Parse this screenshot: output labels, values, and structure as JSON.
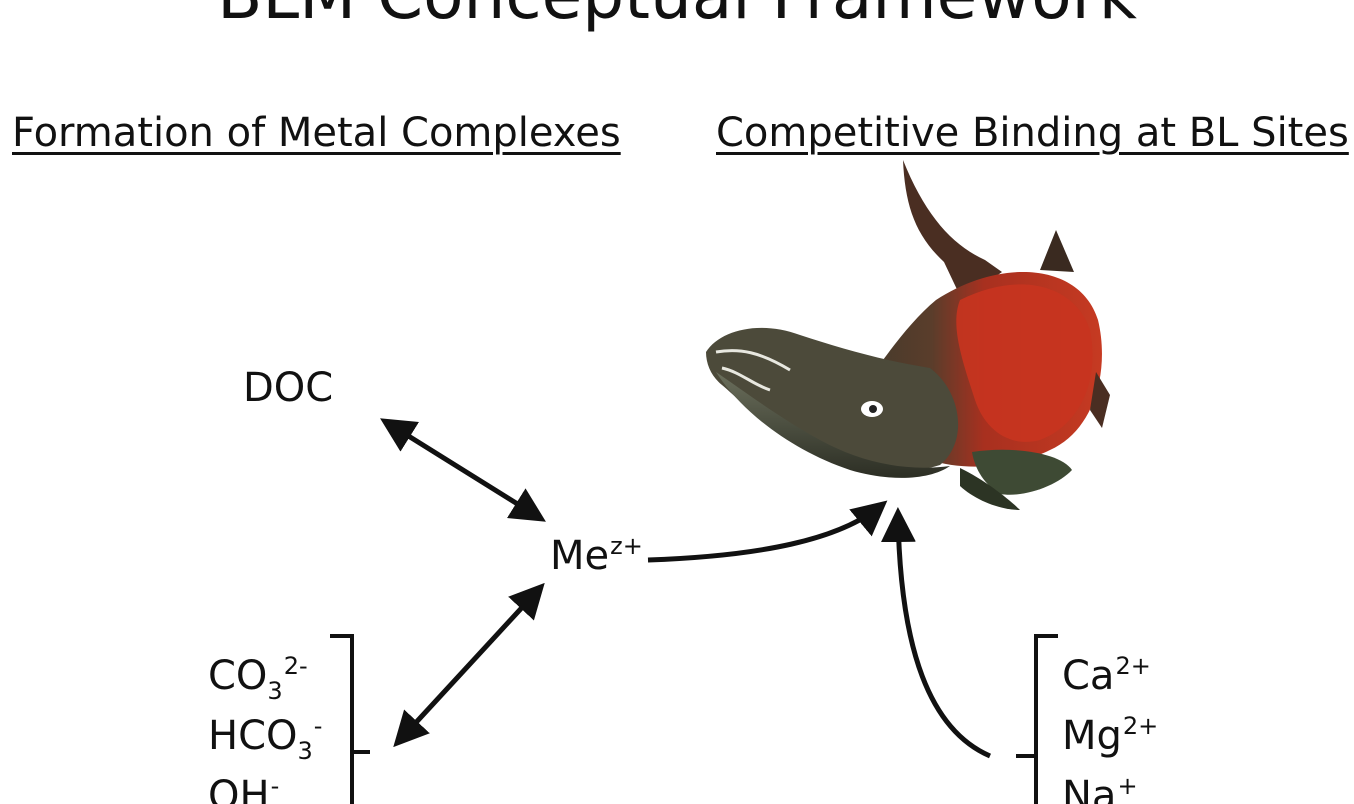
{
  "title": "BLM Conceptual Framework",
  "headings": {
    "left": "Formation of Metal Complexes",
    "right": "Competitive Binding at BL Sites"
  },
  "nodes": {
    "doc": "DOC",
    "metal": {
      "base": "Me",
      "charge": "z+"
    },
    "ligands": [
      {
        "base": "CO",
        "sub": "3",
        "charge": "2-"
      },
      {
        "base": "HCO",
        "sub": "3",
        "charge": "-"
      },
      {
        "base": "OH",
        "sub": "",
        "charge": "-"
      }
    ],
    "cations": [
      {
        "base": "Ca",
        "charge": "2+"
      },
      {
        "base": "Mg",
        "charge": "2+"
      },
      {
        "base": "Na",
        "charge": "+"
      }
    ]
  },
  "colors": {
    "ink": "#111111",
    "fish_body": "#c0301e",
    "fish_head": "#4a4a3a"
  },
  "icons": {
    "organism": "sockeye-salmon-illustration"
  }
}
